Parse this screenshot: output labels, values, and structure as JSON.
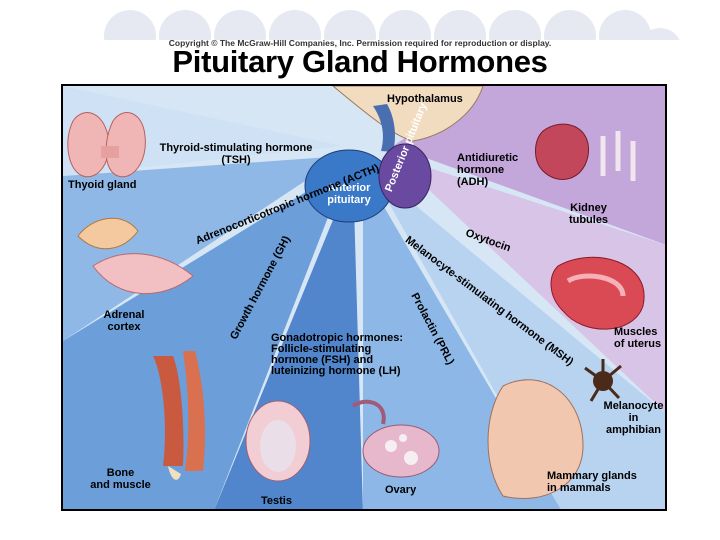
{
  "copyright": "Copyright © The McGraw-Hill Companies, Inc. Permission required for reproduction or display.",
  "title": "Pituitary Gland Hormones",
  "labels": {
    "hypothalamus": "Hypothalamus",
    "anterior_pituitary": "Anterior\npituitary",
    "posterior_pituitary": "Posterior\npituitary",
    "tsh": "Thyroid-stimulating hormone\n(TSH)",
    "thyroid_gland": "Thyoid gland",
    "acth": "Adrenocorticotropic\nhormone (ACTH)",
    "adrenal_cortex": "Adrenal\ncortex",
    "gh": "Growth hormone (GH)",
    "bone_muscle": "Bone\nand muscle",
    "gonadotropic": "Gonadotropic hormones:\nFollicle-stimulating\nhormone (FSH) and\nluteinizing hormone (LH)",
    "testis": "Testis",
    "ovary": "Ovary",
    "prl": "Prolactin (PRL)",
    "mammary": "Mammary glands\nin mammals",
    "msh": "Melanocyte-stimulating hormone (MSH)",
    "melanocyte": "Melanocyte\nin\namphibian",
    "oxytocin": "Oxytocin",
    "uterus": "Muscles\nof uterus",
    "adh": "Antidiuretic\nhormone\n(ADH)",
    "kidney": "Kidney\ntubules"
  },
  "colors": {
    "anterior_rays": "#5b8fd0",
    "posterior_rays": "#a47cc2",
    "pituitary_anterior": "#3a78c8",
    "pituitary_posterior": "#6a4aa0",
    "hypothalamus": "#f1dcc0"
  }
}
